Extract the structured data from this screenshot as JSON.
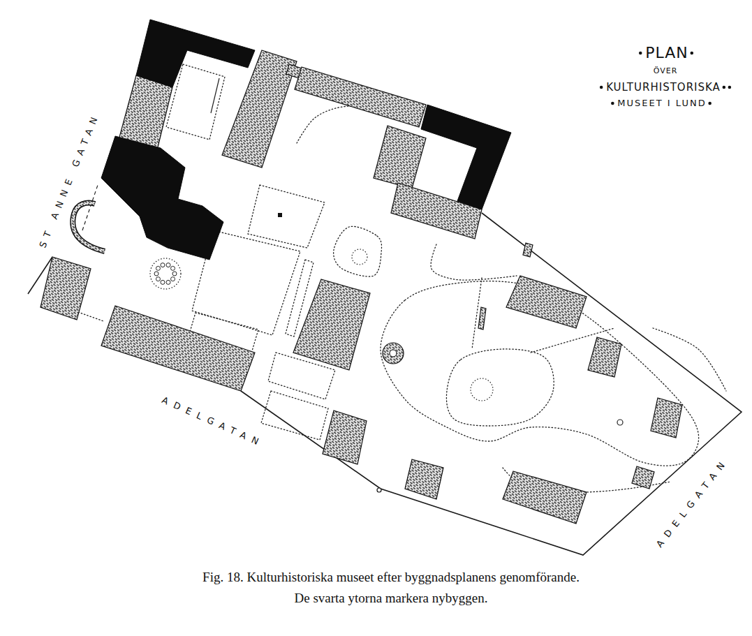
{
  "diagram": {
    "title": "PLAN",
    "caption": "Fig. 18. Kulturhistoriska museet efter byggnadsplanens genomförande. De svarta ytorna markera nybyggen.",
    "labels": [
      "ÖVER",
      "KULTURHISTORISKA",
      "MUSEET I LUND",
      "ST ANNE GATAN",
      "ADELGATAN",
      "ADELGATAN"
    ]
  }
}
